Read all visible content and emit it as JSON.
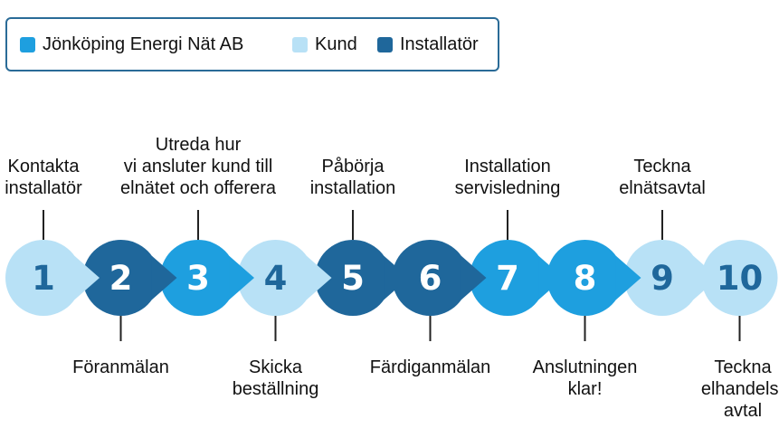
{
  "legend": [
    {
      "label": "Jönköping Energi Nät AB",
      "color": "#1e9fdf"
    },
    {
      "label": "Kund",
      "color": "#b8e1f6"
    },
    {
      "label": "Installatör",
      "color": "#1f679b"
    }
  ],
  "steps": [
    {
      "number": "1",
      "role": "Kund",
      "label": [
        "Kontakta",
        "installatör"
      ],
      "label_position": "above"
    },
    {
      "number": "2",
      "role": "Installatör",
      "label": [
        "Föranmälan"
      ],
      "label_position": "below"
    },
    {
      "number": "3",
      "role": "Jönköping Energi Nät AB",
      "label": [
        "Utreda hur",
        "vi ansluter kund till",
        "elnätet och offerera"
      ],
      "label_position": "above"
    },
    {
      "number": "4",
      "role": "Kund",
      "label": [
        "Skicka",
        "beställning"
      ],
      "label_position": "below"
    },
    {
      "number": "5",
      "role": "Installatör",
      "label": [
        "Påbörja",
        "installation"
      ],
      "label_position": "above"
    },
    {
      "number": "6",
      "role": "Installatör",
      "label": [
        "Färdiganmälan"
      ],
      "label_position": "below"
    },
    {
      "number": "7",
      "role": "Jönköping Energi Nät AB",
      "label": [
        "Installation",
        "servisledning"
      ],
      "label_position": "above"
    },
    {
      "number": "8",
      "role": "Jönköping Energi Nät AB",
      "label": [
        "Anslutningen",
        "klar!"
      ],
      "label_position": "below"
    },
    {
      "number": "9",
      "role": "Kund",
      "label": [
        "Teckna",
        "elnätsavtal"
      ],
      "label_position": "above"
    },
    {
      "number": "10",
      "role": "Kund",
      "label": [
        "Teckna",
        "elhandels-",
        "avtal"
      ],
      "label_position": "below"
    }
  ],
  "colors": {
    "number_on_light": "#1f679b",
    "number_on_dark": "#ffffff",
    "connector_line": "#222222",
    "legend_border": "#2a6b97"
  }
}
